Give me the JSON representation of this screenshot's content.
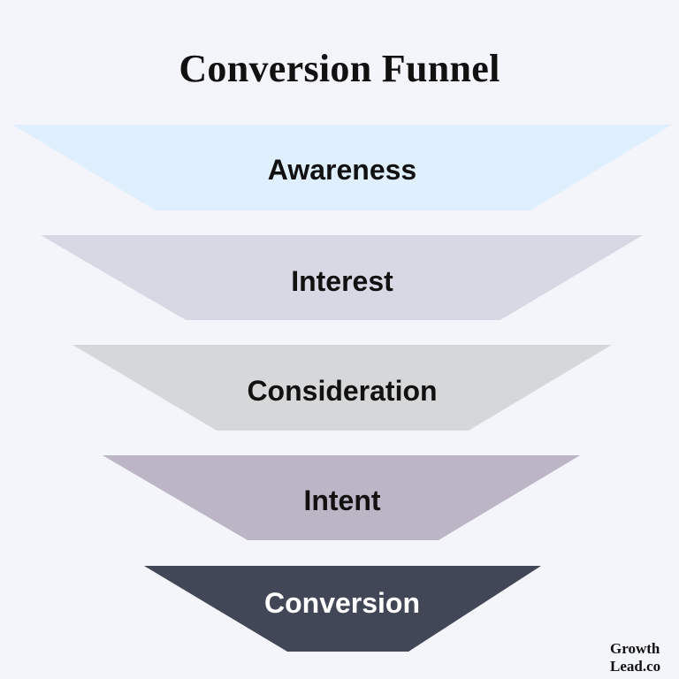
{
  "title": "Conversion Funnel",
  "stages": [
    {
      "label": "Awareness",
      "fill": "#e0effd",
      "text_color": "#111111"
    },
    {
      "label": "Interest",
      "fill": "#d7d8e3",
      "text_color": "#111111"
    },
    {
      "label": "Consideration",
      "fill": "#d6d7d8",
      "text_color": "#111111"
    },
    {
      "label": "Intent",
      "fill": "#bbb5c5",
      "text_color": "#111111"
    },
    {
      "label": "Conversion",
      "fill": "#414756",
      "text_color": "#ffffff"
    }
  ],
  "brand": {
    "line1": "Growth",
    "line2": "Lead.co"
  }
}
